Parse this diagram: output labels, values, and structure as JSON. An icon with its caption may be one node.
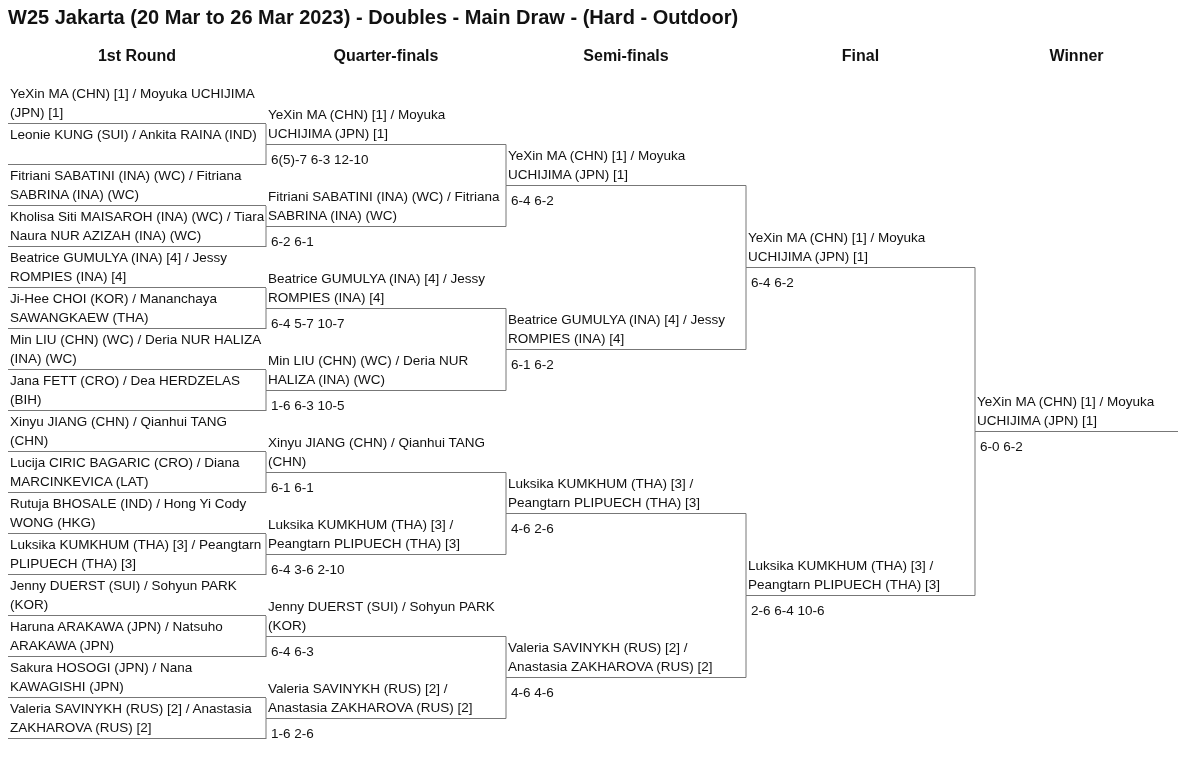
{
  "diagram": {
    "title": "W25 Jakarta (20 Mar to 26 Mar 2023) - Doubles - Main Draw - (Hard - Outdoor)",
    "labels": [
      "1st Round",
      "Quarter-finals",
      "Semi-finals",
      "Final",
      "Winner"
    ],
    "nodes": [
      {
        "text": [
          "YeXin MA (CHN) [1] / Moyuka UCHIJIMA (JPN) [1]"
        ]
      },
      {
        "text": [
          "Leonie KUNG (SUI) / Ankita RAINA (IND)"
        ]
      },
      {
        "text": [
          "Fitriani SABATINI (INA) (WC) / Fitriana SABRINA (INA) (WC)"
        ]
      },
      {
        "text": [
          "Kholisa Siti MAISAROH (INA) (WC) / Tiara Naura NUR AZIZAH (INA) (WC)"
        ]
      },
      {
        "text": [
          "Beatrice GUMULYA (INA) [4] / Jessy ROMPIES (INA) [4]"
        ]
      },
      {
        "text": [
          "Ji-Hee CHOI (KOR) / Mananchaya SAWANGKAEW (THA)"
        ]
      },
      {
        "text": [
          "Min LIU (CHN) (WC) / Deria NUR HALIZA (INA) (WC)"
        ]
      },
      {
        "text": [
          "Jana FETT (CRO) / Dea HERDZELAS (BIH)"
        ]
      },
      {
        "text": [
          "Xinyu JIANG (CHN) / Qianhui TANG (CHN)"
        ]
      },
      {
        "text": [
          "Lucija CIRIC BAGARIC (CRO) / Diana MARCINKEVICA (LAT)"
        ]
      },
      {
        "text": [
          "Rutuja BHOSALE (IND) / Hong Yi Cody WONG (HKG)"
        ]
      },
      {
        "text": [
          "Luksika KUMKHUM (THA) [3] / Peangtarn PLIPUECH (THA) [3]"
        ]
      },
      {
        "text": [
          "Jenny DUERST (SUI) / Sohyun PARK (KOR)"
        ]
      },
      {
        "text": [
          "Haruna ARAKAWA (JPN) / Natsuho ARAKAWA (JPN)"
        ]
      },
      {
        "text": [
          "Sakura HOSOGI (JPN) / Nana KAWAGISHI (JPN)"
        ]
      },
      {
        "text": [
          "Valeria SAVINYKH (RUS) [2] / Anastasia ZAKHAROVA (RUS) [2]"
        ]
      },
      {
        "text": [
          "YeXin MA (CHN) [1] / Moyuka UCHIJIMA (JPN) [1]"
        ],
        "beside": [
          "6(5)-7 6-3 12-10"
        ]
      },
      {
        "text": [
          "Fitriani SABATINI (INA) (WC) / Fitriana SABRINA (INA) (WC)"
        ],
        "beside": [
          "6-2 6-1"
        ]
      },
      {
        "text": [
          "Beatrice GUMULYA (INA) [4] / Jessy ROMPIES (INA) [4]"
        ],
        "beside": [
          "6-4 5-7 10-7"
        ]
      },
      {
        "text": [
          "Min LIU (CHN) (WC) / Deria NUR HALIZA (INA) (WC)"
        ],
        "beside": [
          "1-6 6-3 10-5"
        ]
      },
      {
        "text": [
          "Xinyu JIANG (CHN) / Qianhui TANG (CHN)"
        ],
        "beside": [
          "6-1 6-1"
        ]
      },
      {
        "text": [
          "Luksika KUMKHUM (THA) [3] / Peangtarn PLIPUECH (THA) [3]"
        ],
        "beside": [
          "6-4 3-6 2-10"
        ]
      },
      {
        "text": [
          "Jenny DUERST (SUI) / Sohyun PARK (KOR)"
        ],
        "beside": [
          "6-4 6-3"
        ]
      },
      {
        "text": [
          "Valeria SAVINYKH (RUS) [2] / Anastasia ZAKHAROVA (RUS) [2]"
        ],
        "beside": [
          "1-6 2-6"
        ]
      },
      {
        "text": [
          "YeXin MA (CHN) [1] / Moyuka UCHIJIMA (JPN) [1]"
        ],
        "beside": [
          "6-4 6-2"
        ]
      },
      {
        "text": [
          "Beatrice GUMULYA (INA) [4] / Jessy ROMPIES (INA) [4]"
        ],
        "beside": [
          "6-1 6-2"
        ]
      },
      {
        "text": [
          "Luksika KUMKHUM (THA) [3] / Peangtarn PLIPUECH (THA) [3]"
        ],
        "beside": [
          "4-6 2-6"
        ]
      },
      {
        "text": [
          "Valeria SAVINYKH (RUS) [2] / Anastasia ZAKHAROVA (RUS) [2]"
        ],
        "beside": [
          "4-6 4-6"
        ]
      },
      {
        "text": [
          "YeXin MA (CHN) [1] / Moyuka UCHIJIMA (JPN) [1]"
        ],
        "beside": [
          "6-4 6-2"
        ]
      },
      {
        "text": [
          "Luksika KUMKHUM (THA) [3] / Peangtarn PLIPUECH (THA) [3]"
        ],
        "beside": [
          "2-6 6-4 10-6"
        ]
      },
      {
        "text": [
          "YeXin MA (CHN) [1] / Moyuka UCHIJIMA (JPN) [1]"
        ],
        "beside": [
          "6-0 6-2"
        ]
      }
    ],
    "edges": [
      {
        "from": 0,
        "to": 16,
        "arrow": "none"
      },
      {
        "from": 1,
        "to": 16,
        "arrow": "none"
      },
      {
        "from": 2,
        "to": 17,
        "arrow": "none"
      },
      {
        "from": 3,
        "to": 17,
        "arrow": "none"
      },
      {
        "from": 4,
        "to": 18,
        "arrow": "none"
      },
      {
        "from": 5,
        "to": 18,
        "arrow": "none"
      },
      {
        "from": 6,
        "to": 19,
        "arrow": "none"
      },
      {
        "from": 7,
        "to": 19,
        "arrow": "none"
      },
      {
        "from": 8,
        "to": 20,
        "arrow": "none"
      },
      {
        "from": 9,
        "to": 20,
        "arrow": "none"
      },
      {
        "from": 10,
        "to": 21,
        "arrow": "none"
      },
      {
        "from": 11,
        "to": 21,
        "arrow": "none"
      },
      {
        "from": 12,
        "to": 22,
        "arrow": "none"
      },
      {
        "from": 13,
        "to": 22,
        "arrow": "none"
      },
      {
        "from": 14,
        "to": 23,
        "arrow": "none"
      },
      {
        "from": 15,
        "to": 23,
        "arrow": "none"
      },
      {
        "from": 16,
        "to": 24,
        "arrow": "none"
      },
      {
        "from": 17,
        "to": 24,
        "arrow": "none"
      },
      {
        "from": 18,
        "to": 25,
        "arrow": "none"
      },
      {
        "from": 19,
        "to": 25,
        "arrow": "none"
      },
      {
        "from": 20,
        "to": 26,
        "arrow": "none"
      },
      {
        "from": 21,
        "to": 26,
        "arrow": "none"
      },
      {
        "from": 22,
        "to": 27,
        "arrow": "none"
      },
      {
        "from": 23,
        "to": 27,
        "arrow": "none"
      },
      {
        "from": 24,
        "to": 28,
        "arrow": "none"
      },
      {
        "from": 25,
        "to": 28,
        "arrow": "none"
      },
      {
        "from": 26,
        "to": 29,
        "arrow": "none"
      },
      {
        "from": 27,
        "to": 29,
        "arrow": "none"
      },
      {
        "from": 28,
        "to": 30,
        "arrow": "none"
      },
      {
        "from": 29,
        "to": 30,
        "arrow": "none"
      }
    ]
  }
}
